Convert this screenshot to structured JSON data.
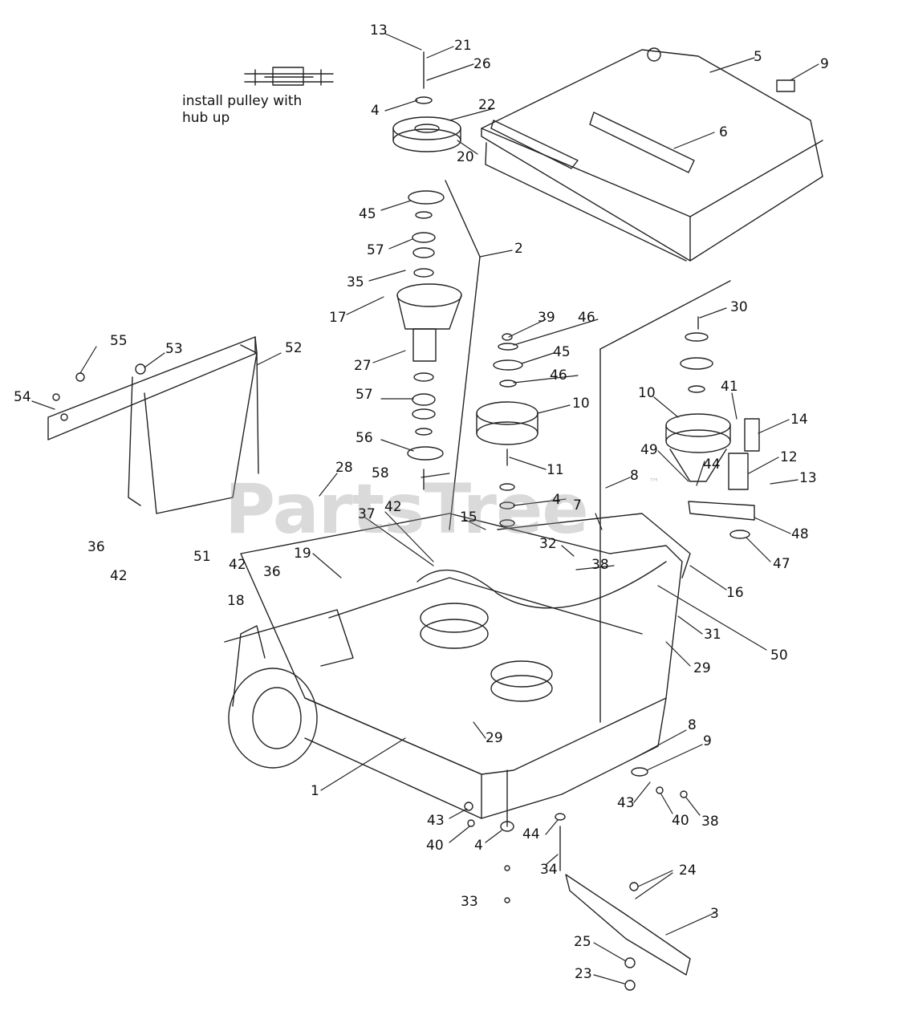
{
  "note": {
    "line1": "install pulley with",
    "line2": "hub up"
  },
  "watermark": {
    "text": "PartsTree",
    "trademark": "™"
  },
  "labels": [
    "13",
    "21",
    "26",
    "4",
    "22",
    "20",
    "5",
    "9",
    "6",
    "2",
    "45",
    "57",
    "35",
    "17",
    "55",
    "53",
    "52",
    "54",
    "27",
    "57",
    "56",
    "28",
    "36",
    "51",
    "42",
    "36",
    "42",
    "58",
    "37",
    "42",
    "19",
    "15",
    "18",
    "39",
    "46",
    "45",
    "46",
    "10",
    "11",
    "4",
    "7",
    "32",
    "38",
    "30",
    "41",
    "10",
    "14",
    "49",
    "44",
    "12",
    "13",
    "8",
    "48",
    "47",
    "16",
    "50",
    "31",
    "29",
    "29",
    "1",
    "8",
    "9",
    "43",
    "40",
    "38",
    "43",
    "40",
    "4",
    "44",
    "34",
    "33",
    "24",
    "3",
    "25",
    "23"
  ]
}
